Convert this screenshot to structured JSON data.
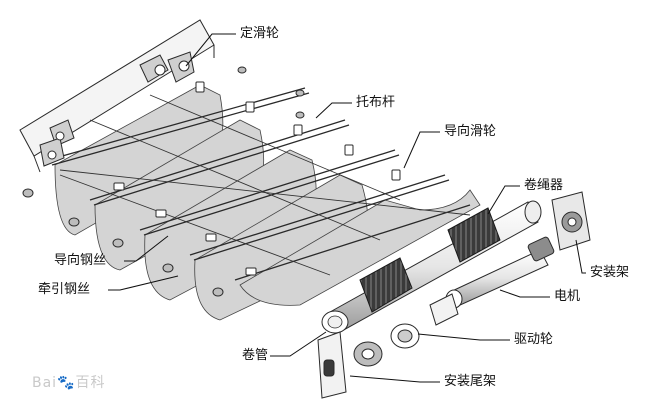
{
  "labels": {
    "fixed_pulley": "定滑轮",
    "cloth_rod": "托布杆",
    "guide_pulley": "导向滑轮",
    "rope_winder": "卷绳器",
    "guide_wire": "导向钢丝",
    "mounting_bracket": "安装架",
    "traction_wire": "牵引钢丝",
    "motor": "电机",
    "drive_wheel": "驱动轮",
    "roll_tube": "卷管",
    "tail_bracket": "安装尾架"
  },
  "watermark": {
    "brand": "Bai",
    "suffix": "百科"
  },
  "colors": {
    "fabric": "#d4d4d4",
    "line": "#2a2a2a",
    "bright": "#f6f6f6",
    "dark": "#2b2b2b"
  }
}
